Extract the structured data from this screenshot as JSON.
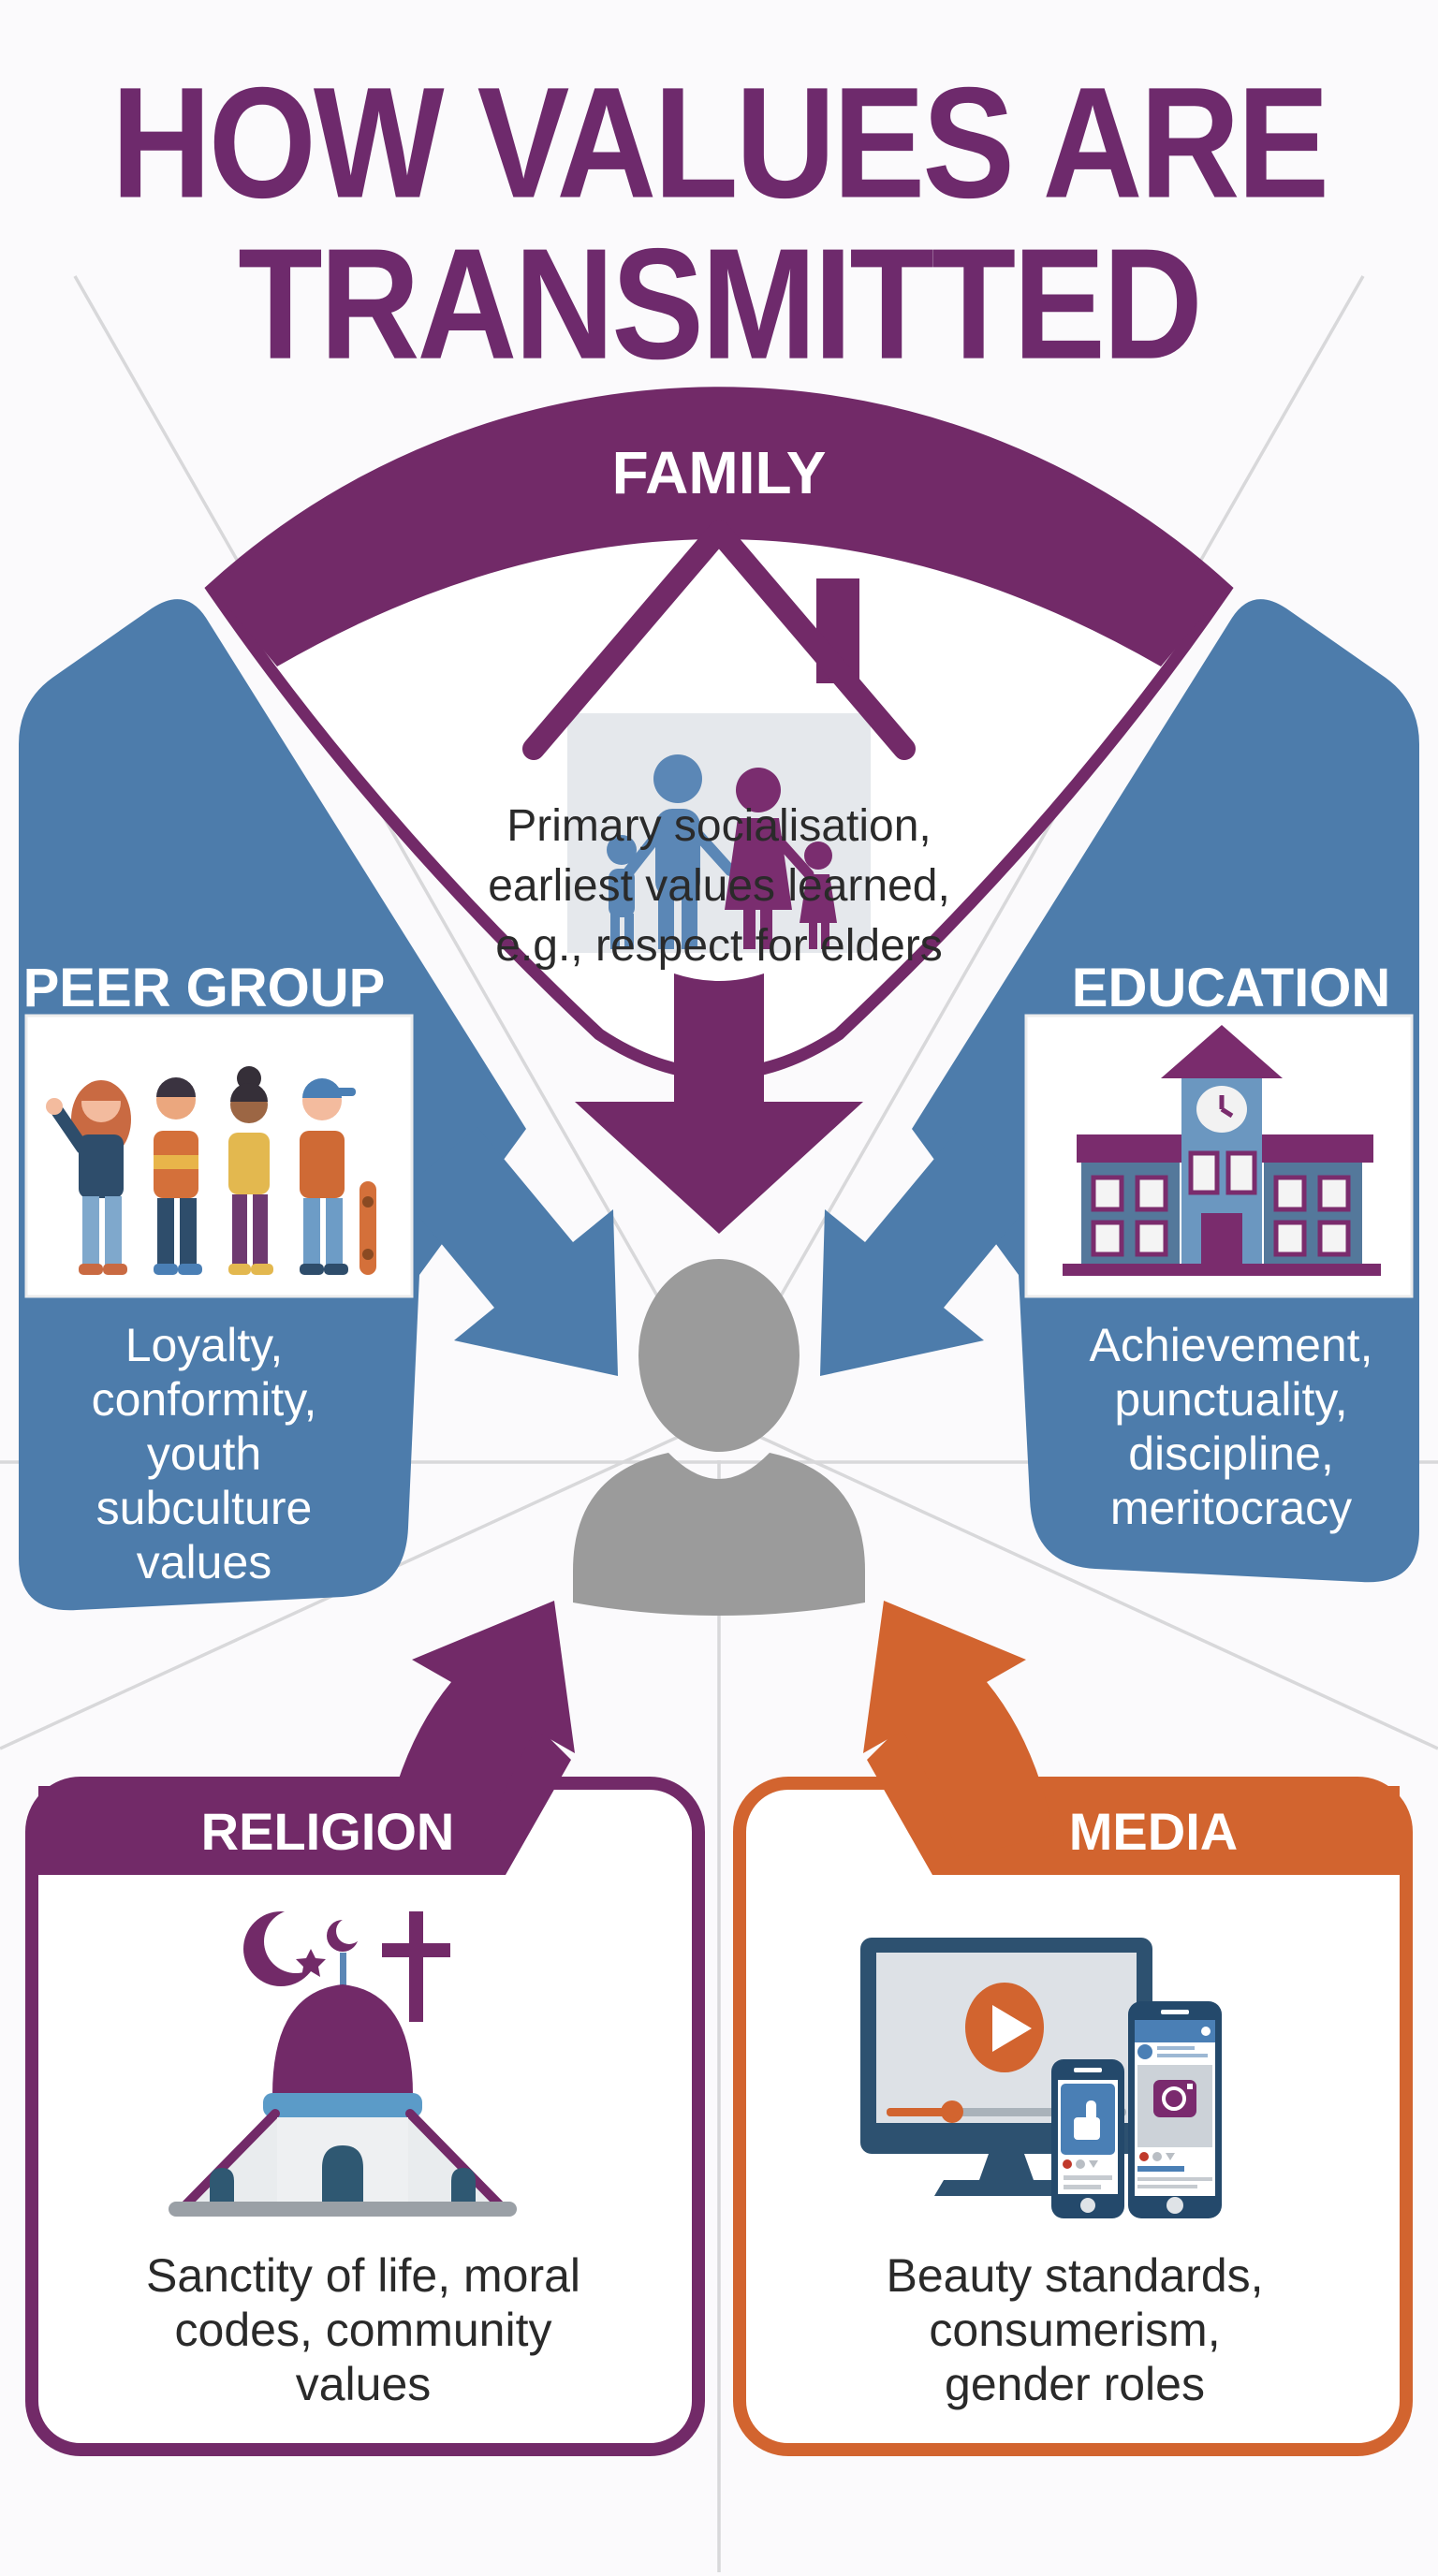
{
  "title": {
    "line1": "HOW VALUES ARE",
    "line2": "TRANSMITTED"
  },
  "center": {
    "icon": "person-silhouette"
  },
  "colors": {
    "purple": "#722a68",
    "title_purple": "#6e2a6c",
    "blue_panel": "#4d7cab",
    "orange": "#d2642f",
    "person_gray": "#9b9b9b",
    "body_text": "#2a2a2a",
    "ray_gray": "#d8d8da",
    "background": "#fbfafc"
  },
  "sections": {
    "family": {
      "label": "FAMILY",
      "icon": "house-with-family-icon",
      "description": "Primary socialisation, earliest values learned, e.g., respect for elders",
      "desc_lines": [
        "Primary socialisation,",
        "earliest values learned,",
        "e.g., respect for elders"
      ]
    },
    "peer_group": {
      "label": "PEER GROUP",
      "icon": "group-of-teens-illustration",
      "description": "Loyalty, conformity, youth subculture values",
      "desc_lines": [
        "Loyalty,",
        "conformity,",
        "youth",
        "subculture",
        "values"
      ]
    },
    "education": {
      "label": "EDUCATION",
      "icon": "school-building-icon",
      "description": "Achievement, punctuality, discipline, meritocracy",
      "desc_lines": [
        "Achievement,",
        "punctuality,",
        "discipline,",
        "meritocracy"
      ]
    },
    "religion": {
      "label": "RELIGION",
      "icon": "place-of-worship-icon",
      "description": "Sanctity of life, moral codes, community values",
      "desc_lines": [
        "Sanctity of life, moral",
        "codes, community",
        "values"
      ]
    },
    "media": {
      "label": "MEDIA",
      "icon": "screens-and-social-media-icon",
      "description": "Beauty standards, consumerism, gender roles",
      "desc_lines": [
        "Beauty standards,",
        "consumerism,",
        "gender roles"
      ]
    }
  }
}
